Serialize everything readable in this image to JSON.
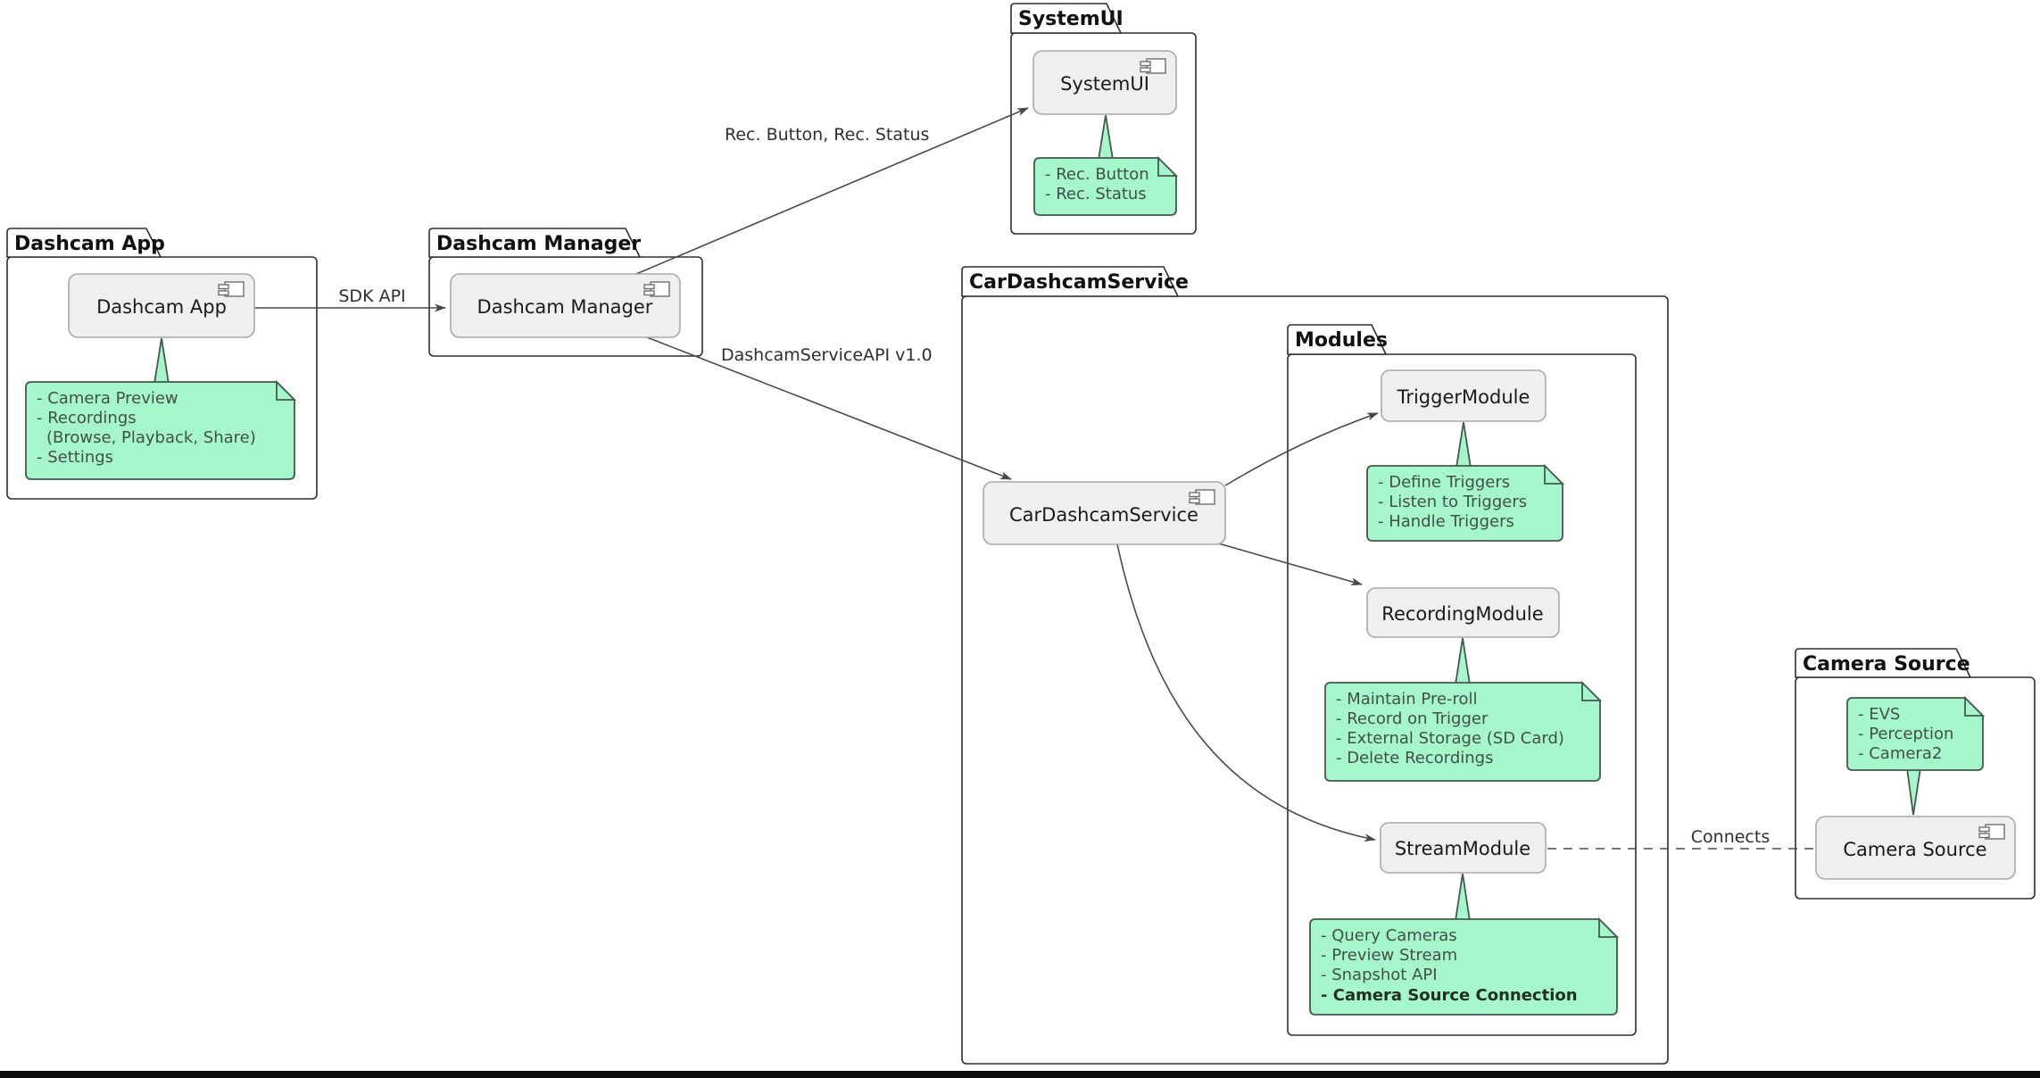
{
  "packages": {
    "dashcam_app": "Dashcam App",
    "dashcam_manager": "Dashcam Manager",
    "systemui": "SystemUI",
    "car_dashcam_service": "CarDashcamService",
    "modules": "Modules",
    "camera_source": "Camera Source"
  },
  "components": {
    "dashcam_app": "Dashcam App",
    "dashcam_manager": "Dashcam Manager",
    "systemui": "SystemUI",
    "car_dashcam_service": "CarDashcamService",
    "trigger_module": "TriggerModule",
    "recording_module": "RecordingModule",
    "stream_module": "StreamModule",
    "camera_source": "Camera Source"
  },
  "notes": {
    "dashcam_app": {
      "lines": [
        "- Camera Preview",
        "- Recordings",
        "(Browse, Playback, Share)",
        "- Settings"
      ]
    },
    "systemui": {
      "lines": [
        "- Rec. Button",
        "- Rec. Status"
      ]
    },
    "trigger_module": {
      "lines": [
        "- Define Triggers",
        "- Listen to Triggers",
        "- Handle Triggers"
      ]
    },
    "recording_module": {
      "lines": [
        "- Maintain Pre-roll",
        "- Record on Trigger",
        "- External Storage (SD Card)",
        "- Delete Recordings"
      ]
    },
    "stream_module": {
      "lines": [
        "- Query Cameras",
        "- Preview Stream",
        "- Snapshot API",
        "- Camera Source Connection"
      ]
    },
    "camera_source": {
      "lines": [
        "- EVS",
        "- Perception",
        "- Camera2"
      ]
    }
  },
  "edges": {
    "sdk_api": "SDK API",
    "rec_button_status": "Rec. Button, Rec. Status",
    "dashcam_service_api": "DashcamServiceAPI v1.0",
    "connects": "Connects"
  },
  "colors": {
    "note_fill": "#A5F7CB",
    "note_border": "#44584C",
    "component_fill": "#EFEFEF",
    "component_border": "#A8A8A8",
    "package_border": "#2E2E2E",
    "edge": "#4A4A4A",
    "bottom_bar": "#0D0D0D"
  }
}
